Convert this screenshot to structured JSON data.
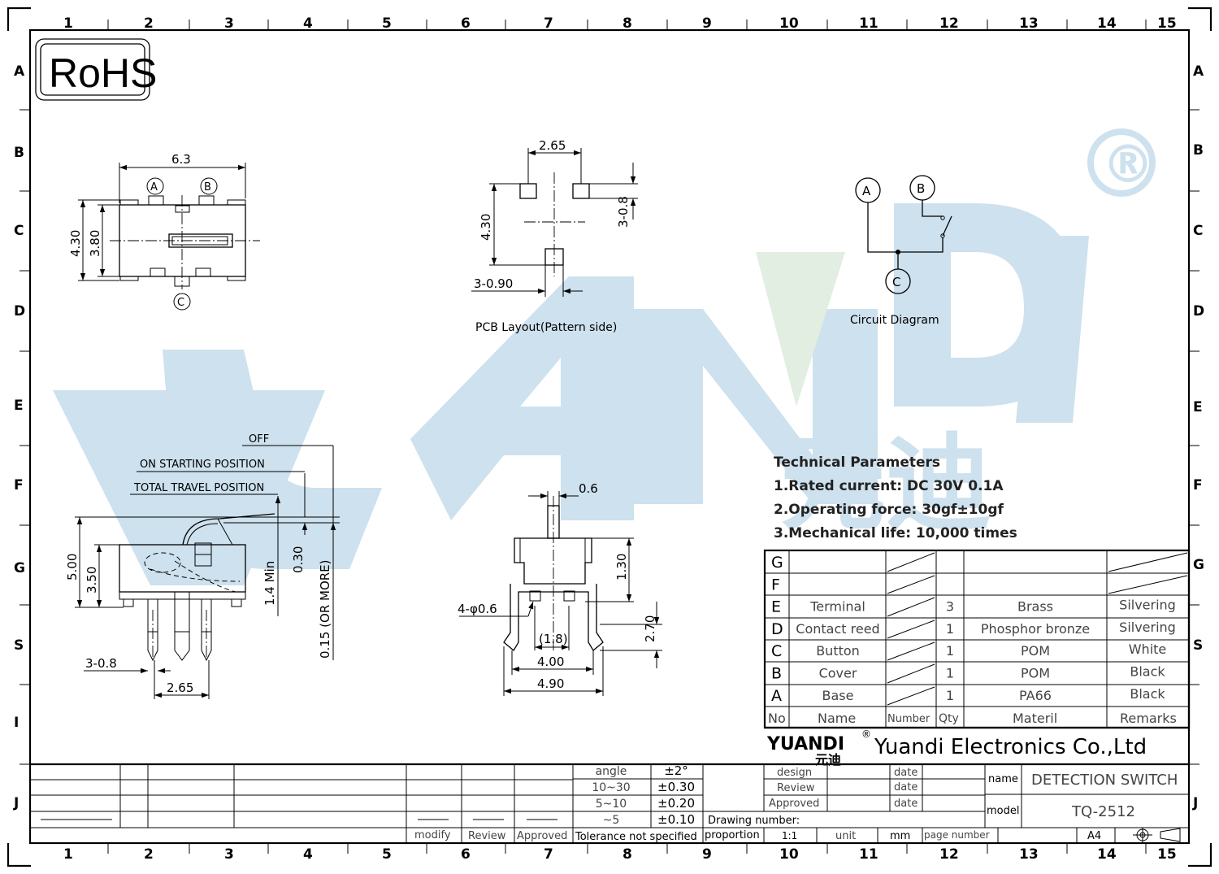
{
  "frame": {
    "columns": [
      "1",
      "2",
      "3",
      "4",
      "5",
      "6",
      "7",
      "8",
      "9",
      "10",
      "11",
      "12",
      "13",
      "14",
      "15"
    ],
    "rows_left": [
      "A",
      "B",
      "C",
      "D",
      "E",
      "F",
      "G",
      "S",
      "I",
      "J"
    ],
    "rows_right": [
      "A",
      "B",
      "C",
      "D",
      "E",
      "F",
      "G",
      "S",
      "J"
    ]
  },
  "logos": {
    "rohs": "RoHS",
    "registered": "®",
    "watermark": "YUANDI",
    "watermark_cn": "元迪"
  },
  "colors": {
    "watermark_blue": "#9cc4df",
    "watermark_green": "#c5dfc4"
  },
  "top_view": {
    "width": "6.3",
    "height_outer": "4.30",
    "height_inner": "3.80",
    "pin_a": "A",
    "pin_b": "B",
    "pin_c": "C"
  },
  "pcb": {
    "pitch": "2.65",
    "height": "4.30",
    "pad_dim": "3-0.8",
    "hole": "3-0.90",
    "caption": "PCB  Layout(Pattern  side)"
  },
  "circuit": {
    "a": "A",
    "b": "B",
    "c": "C",
    "caption": "Circuit  Diagram"
  },
  "side_view": {
    "off": "OFF",
    "on_start": "ON  STARTING  POSITION",
    "total_travel": "TOTAL  TRAVEL  POSITION",
    "height_total": "5.00",
    "height_body": "3.50",
    "min_travel": "1.4  Min",
    "travel_030": "0.30",
    "over_travel": "0.15  (OR  MORE)",
    "pin_dim": "3-0.8",
    "pin_pitch": "2.65"
  },
  "front_view": {
    "actuator_w": "0.6",
    "actuator_h": "1.30",
    "holes": "4-φ0.6",
    "inner": "(1.8)",
    "width_in": "4.00",
    "width_out": "4.90",
    "leg": "2.70"
  },
  "tech_params": {
    "title": "Technical Parameters",
    "items": [
      "1.Rated current: DC 30V 0.1A",
      "2.Operating force: 30gf±10gf",
      "3.Mechanical life: 10,000 times"
    ]
  },
  "bom": {
    "rows": [
      {
        "no": "G",
        "name": "",
        "qty": "",
        "material": "",
        "remarks": ""
      },
      {
        "no": "F",
        "name": "",
        "qty": "",
        "material": "",
        "remarks": ""
      },
      {
        "no": "E",
        "name": "Terminal",
        "qty": "3",
        "material": "Brass",
        "remarks": "Silvering"
      },
      {
        "no": "D",
        "name": "Contact reed",
        "qty": "1",
        "material": "Phosphor bronze",
        "remarks": "Silvering"
      },
      {
        "no": "C",
        "name": "Button",
        "qty": "1",
        "material": "POM",
        "remarks": "White"
      },
      {
        "no": "B",
        "name": "Cover",
        "qty": "1",
        "material": "POM",
        "remarks": "Black"
      },
      {
        "no": "A",
        "name": "Base",
        "qty": "1",
        "material": "PA66",
        "remarks": "Black"
      }
    ],
    "header": {
      "no": "No",
      "name": "Name",
      "number": "Number",
      "qty": "Qty",
      "material": "Materil",
      "remarks": "Remarks"
    }
  },
  "title_block": {
    "brand": "YUANDI",
    "brand_cn": "元迪",
    "brand_reg": "®",
    "company": "Yuandi Electronics Co.,Ltd",
    "design": "design",
    "review": "Review",
    "approved": "Approved",
    "date": "date",
    "name_label": "name",
    "name_value": "DETECTION SWITCH",
    "model_label": "model",
    "model_value": "TQ-2512",
    "drawing_number": "Drawing number:",
    "proportion": "proportion",
    "scale": "1:1",
    "unit": "unit",
    "mm": "mm",
    "page_number": "page number",
    "paper": "A4",
    "modify": "modify",
    "review2": "Review",
    "approved2": "Approved",
    "tolerance": "Tolerance not specified",
    "tol_rows": [
      {
        "range": "angle",
        "value": "±2°"
      },
      {
        "range": "10~30",
        "value": "±0.30"
      },
      {
        "range": "5~10",
        "value": "±0.20"
      },
      {
        "range": "~5",
        "value": "±0.10"
      }
    ]
  }
}
